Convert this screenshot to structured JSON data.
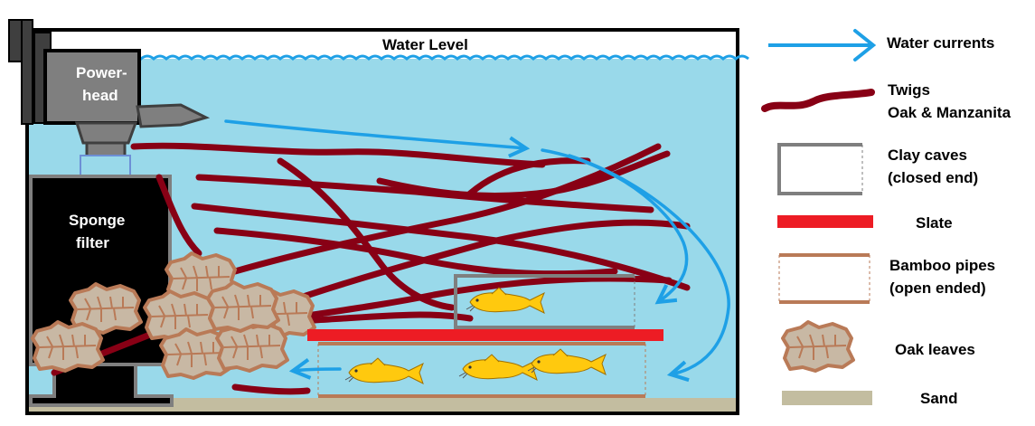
{
  "tank": {
    "water_level": "Water Level",
    "powerhead": [
      "Power-",
      "head"
    ],
    "sponge_filter": [
      "Sponge",
      "filter"
    ]
  },
  "legend": {
    "water_currents": "Water currents",
    "twigs": [
      "Twigs",
      "Oak & Manzanita"
    ],
    "clay_caves": [
      "Clay caves",
      "(closed end)"
    ],
    "slate": "Slate",
    "bamboo_pipes": [
      "Bamboo pipes",
      "(open ended)"
    ],
    "oak_leaves": "Oak leaves",
    "sand": "Sand"
  },
  "colors": {
    "water": "#99d9ea",
    "current": "#1ea0e6",
    "twig": "#880015",
    "clay": "#7f7f7f",
    "slate": "#ed1c24",
    "bamboo": "#b97a57",
    "leaf_fill": "#c8b8a4",
    "leaf_edge": "#b97a57",
    "sand": "#c3bda0",
    "fish": "#ffc90e",
    "filter": "#000000"
  }
}
